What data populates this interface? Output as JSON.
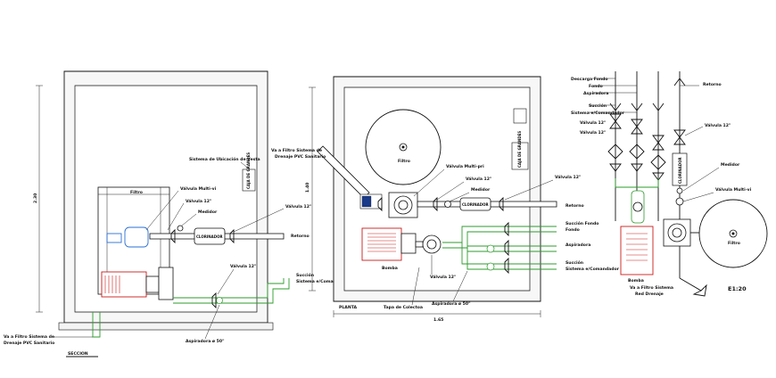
{
  "labels": {
    "sec_filtro": "Filtro",
    "sec_valvula_multiv": "Válvula Multi-vi",
    "sec_valvula_12a": "Válvula 12\"",
    "sec_medidor": "Medidor",
    "sec_clorinador": "CLORINADOR",
    "sec_valvula_12b": "Válvula 12\"",
    "sec_retorno": "Retorno",
    "sec_valvula_12c": "Válvula 12\"",
    "sec_succion": "Succión",
    "sec_sistema": "Sistema e/Comandador",
    "sec_aspiradora": "Aspiradora ø 50\"",
    "sec_va_filtro_1": "Va a Filtro Sistema de",
    "sec_va_filtro_2": "Drenaje PVC Sanitario",
    "sec_seccion": "SECCION",
    "sec_sistema_ubicacion": "Sistema de Ubicación de Vesta",
    "sec_caja_grands": "CAJA DE GRANDES",
    "sec_dim_v": "2.30",
    "plan_filtro": "Filtro",
    "plan_valvula_multi": "Válvula Multi-pri",
    "plan_valvula_12a": "Válvula 12\"",
    "plan_medidor": "Medidor",
    "plan_clorinador": "CLORINADOR",
    "plan_retorno": "Retorno",
    "plan_succion_1": "Succión Fondo",
    "plan_succion_2": "Fondo",
    "plan_aspiradora": "Aspiradora",
    "plan_succion_3": "Succión",
    "plan_succion_4": "Sistema e/Comandador",
    "plan_bomba": "Bomba",
    "plan_valvula_12b": "Válvula 12\"",
    "plan_tapa": "Tapa de Colectoa",
    "plan_aspiradora_b": "Aspiradora ø 50\"",
    "plan_va_filtro_1": "Va a Filtro Sistema de",
    "plan_va_filtro_2": "Drenaje PVC Sanitario",
    "plan_caja": "CAJA DE GRANDES",
    "plan_planta": "PLANTA",
    "plan_dim_v": "1.40",
    "plan_dim_h": "1.65",
    "iso_descarga": "Descarga Fondo",
    "iso_fondo": "Fondo",
    "iso_aspiradora": "Aspiradora",
    "iso_succion": "Succión",
    "iso_sistema": "Sistema e/Comandador",
    "iso_valvula_a": "Válvula 12\"",
    "iso_valvula_b": "Válvula 12\"",
    "iso_valvula_c": "Válvula 12\"",
    "iso_retorno": "Retorno",
    "iso_clorinador": "CLORINADOR",
    "iso_medidor": "Medidor",
    "iso_valvula_multi": "Válvula Multi-vi",
    "iso_filtro": "Filtro",
    "iso_bomba": "Bomba",
    "iso_va_filtro_1": "Va a Filtro Sistema",
    "iso_va_filtro_2": "Red Drenaje",
    "iso_scale": "E1:20"
  }
}
